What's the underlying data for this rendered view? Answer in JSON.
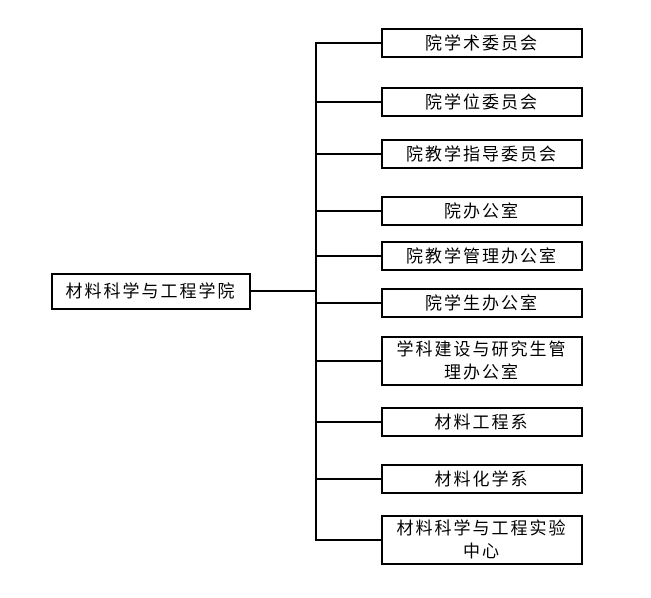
{
  "diagram": {
    "type": "org-chart",
    "root": {
      "label": "材料科学与工程学院"
    },
    "children": [
      {
        "label": "院学术委员会"
      },
      {
        "label": "院学位委员会"
      },
      {
        "label": "院教学指导委员会"
      },
      {
        "label": "院办公室"
      },
      {
        "label": "院教学管理办公室"
      },
      {
        "label": "院学生办公室"
      },
      {
        "label": "学科建设与研究生管\n理办公室"
      },
      {
        "label": "材料工程系"
      },
      {
        "label": "材料化学系"
      },
      {
        "label": "材料科学与工程实验\n中心"
      }
    ],
    "colors": {
      "background": "#ffffff",
      "box_border": "#000000",
      "line": "#000000",
      "text": "#000000"
    }
  }
}
